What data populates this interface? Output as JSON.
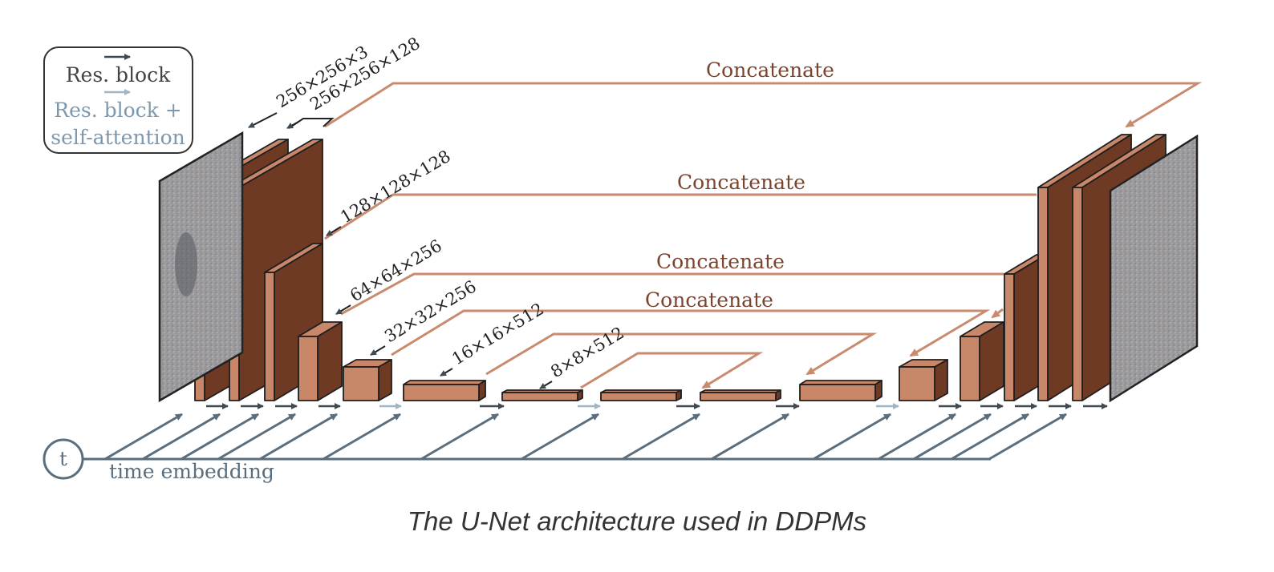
{
  "legend": {
    "res_block": "Res. block",
    "res_block_attention_line1": "Res. block +",
    "res_block_attention_line2": "self-attention"
  },
  "dimension_labels": {
    "d256x3": "256×256×3",
    "d256x128": "256×256×128",
    "d128x128": "128×128×128",
    "d64x256": "64×64×256",
    "d32x256": "32×32×256",
    "d16x512": "16×16×512",
    "d8x512": "8×8×512"
  },
  "skip_labels": {
    "skip1": "Concatenate",
    "skip2": "Concatenate",
    "skip3": "Concatenate",
    "skip4": "Concatenate"
  },
  "time": {
    "node_label": "t",
    "line_label": "time embedding"
  },
  "caption": "The U-Net architecture used in DDPMs",
  "colors": {
    "block_front": "#c9876a",
    "block_side": "#6e3a24",
    "skip_line": "#c98b6f",
    "skip_text": "#7a4530",
    "time_line": "#5a6e7e",
    "arrow_dark": "#3e4a52",
    "arrow_light": "#9fb6c8",
    "legend_dark_text": "#444444",
    "legend_light_text": "#7d98ad"
  }
}
